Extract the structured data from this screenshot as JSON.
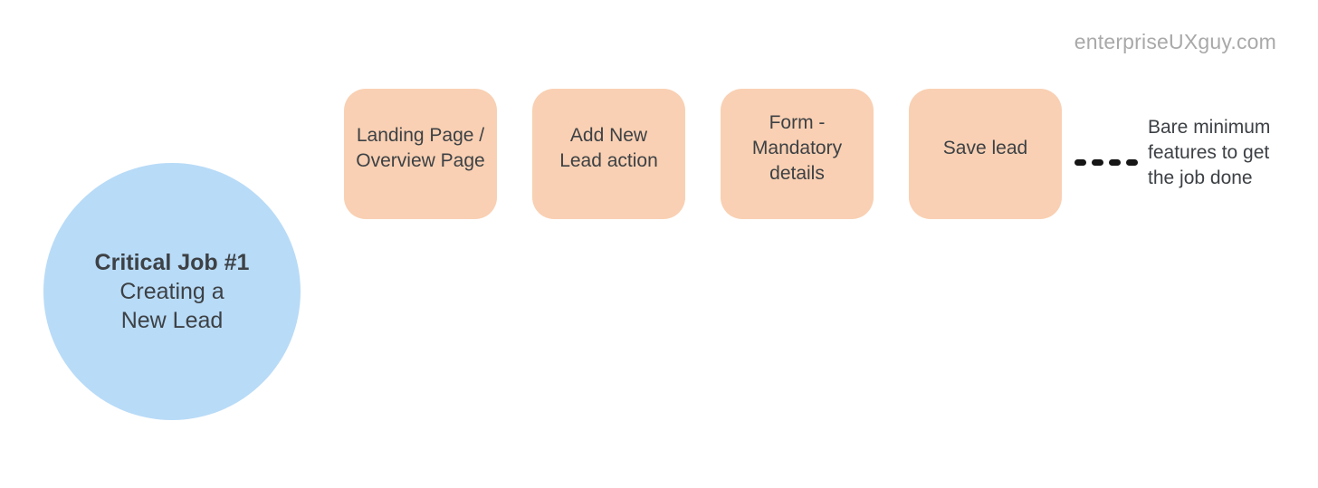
{
  "watermark": "enterpriseUXguy.com",
  "job_circle": {
    "title": "Critical Job #1",
    "subtitle": "Creating a\nNew Lead"
  },
  "steps": [
    {
      "label": "Landing Page /\nOverview Page"
    },
    {
      "label": "Add New\nLead action"
    },
    {
      "label": "Form -\nMandatory\ndetails"
    },
    {
      "label": "Save lead"
    }
  ],
  "connector": {
    "style": "dashed",
    "dash_count": 4,
    "meaning_label": "Bare minimum\nfeatures to get\nthe job done"
  },
  "annotation": {
    "text": "Bare minimum\nfeatures to get\nthe job done"
  },
  "colors": {
    "circle-fill": "#B8DBF7",
    "step-fill": "#F9D0B3",
    "text": "#3D4145",
    "dash": "#161616",
    "watermark": "#A9A9A9",
    "background": "#FFFFFF"
  }
}
